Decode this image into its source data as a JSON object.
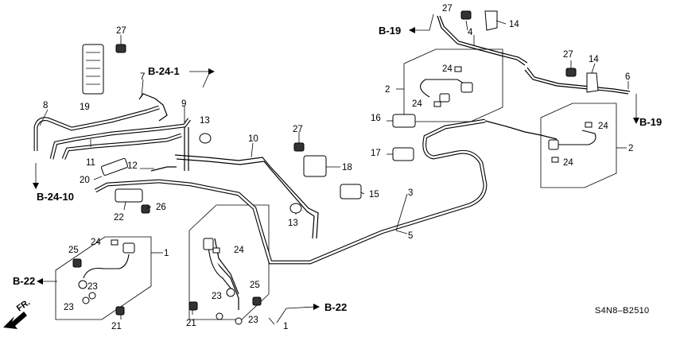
{
  "diagram": {
    "code": "S4N8–B2510",
    "direction_label": "FR.",
    "refs": {
      "b19_top": "B-19",
      "b19_right": "B-19",
      "b24_1": "B-24-1",
      "b24_10": "B-24-10",
      "b22_left": "B-22",
      "b22_right": "B-22"
    },
    "parts": {
      "p1a": "1",
      "p1b": "1",
      "p2a": "2",
      "p2b": "2",
      "p3": "3",
      "p4": "4",
      "p5": "5",
      "p6": "6",
      "p7": "7",
      "p8": "8",
      "p9": "9",
      "p10": "10",
      "p11": "11",
      "p12": "12",
      "p13a": "13",
      "p13b": "13",
      "p14a": "14",
      "p14b": "14",
      "p15": "15",
      "p16": "16",
      "p17": "17",
      "p18": "18",
      "p19": "19",
      "p20": "20",
      "p21a": "21",
      "p21b": "21",
      "p22": "22",
      "p23a": "23",
      "p23b": "23",
      "p23c": "23",
      "p23d": "23",
      "p24a": "24",
      "p24b": "24",
      "p24c": "24",
      "p24d": "24",
      "p24e": "24",
      "p24f": "24",
      "p25a": "25",
      "p25b": "25",
      "p26": "26",
      "p27a": "27",
      "p27b": "27",
      "p27c": "27",
      "p27d": "27"
    }
  }
}
